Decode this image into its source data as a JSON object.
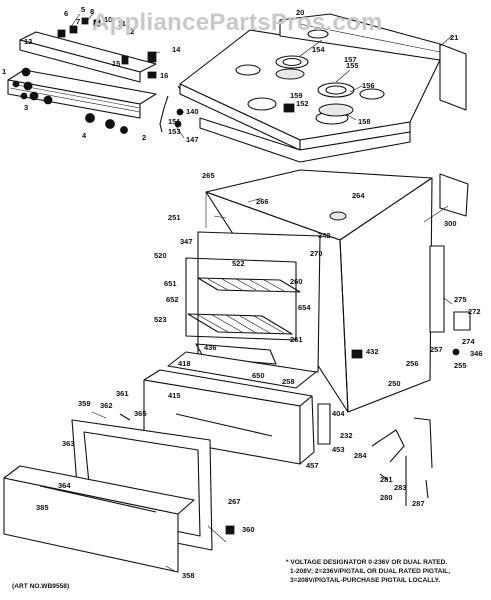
{
  "watermark": "AppliancePartsPros.com",
  "art_number": "(ART NO.WB9558)",
  "notes": [
    "* VOLTAGE DESIGNATOR 0-236V OR DUAL RATED.",
    "1-208V; 2=236V/PIGTAIL OR DUAL RATED PIGTAIL,",
    "3=208V/PIGTAIL-PURCHASE PIGTAIL LOCALLY."
  ],
  "callouts": [
    {
      "id": "c5",
      "text": "5"
    },
    {
      "id": "c6",
      "text": "6"
    },
    {
      "id": "c7",
      "text": "7"
    },
    {
      "id": "c8",
      "text": "8"
    },
    {
      "id": "c10",
      "text": "10"
    },
    {
      "id": "c11",
      "text": "11"
    },
    {
      "id": "c12",
      "text": "12"
    },
    {
      "id": "c13",
      "text": "13"
    },
    {
      "id": "c14",
      "text": "14"
    },
    {
      "id": "c15",
      "text": "15"
    },
    {
      "id": "c16",
      "text": "16"
    },
    {
      "id": "c1",
      "text": "1"
    },
    {
      "id": "c2",
      "text": "2"
    },
    {
      "id": "c3",
      "text": "3"
    },
    {
      "id": "c4",
      "text": "4"
    },
    {
      "id": "c20",
      "text": "20"
    },
    {
      "id": "c21",
      "text": "21"
    },
    {
      "id": "c140",
      "text": "140"
    },
    {
      "id": "c147",
      "text": "147"
    },
    {
      "id": "c151",
      "text": "151"
    },
    {
      "id": "c152",
      "text": "152"
    },
    {
      "id": "c153",
      "text": "153"
    },
    {
      "id": "c154",
      "text": "154"
    },
    {
      "id": "c155",
      "text": "155"
    },
    {
      "id": "c156",
      "text": "156"
    },
    {
      "id": "c157",
      "text": "157"
    },
    {
      "id": "c158",
      "text": "158"
    },
    {
      "id": "c159",
      "text": "159"
    },
    {
      "id": "c264",
      "text": "264"
    },
    {
      "id": "c265",
      "text": "265"
    },
    {
      "id": "c266",
      "text": "266"
    },
    {
      "id": "c251",
      "text": "251"
    },
    {
      "id": "c342",
      "text": "342"
    },
    {
      "id": "c347",
      "text": "347"
    },
    {
      "id": "c300",
      "text": "300"
    },
    {
      "id": "c520",
      "text": "520"
    },
    {
      "id": "c522",
      "text": "522"
    },
    {
      "id": "c651",
      "text": "651"
    },
    {
      "id": "c652",
      "text": "652"
    },
    {
      "id": "c523",
      "text": "523"
    },
    {
      "id": "c270",
      "text": "270"
    },
    {
      "id": "c260",
      "text": "260"
    },
    {
      "id": "c654",
      "text": "654"
    },
    {
      "id": "c275",
      "text": "275"
    },
    {
      "id": "c272",
      "text": "272"
    },
    {
      "id": "c274",
      "text": "274"
    },
    {
      "id": "c346",
      "text": "346"
    },
    {
      "id": "c255",
      "text": "255"
    },
    {
      "id": "c256",
      "text": "256"
    },
    {
      "id": "c257",
      "text": "257"
    },
    {
      "id": "c418",
      "text": "418"
    },
    {
      "id": "c436",
      "text": "436"
    },
    {
      "id": "c650",
      "text": "650"
    },
    {
      "id": "c258",
      "text": "258"
    },
    {
      "id": "c432",
      "text": "432"
    },
    {
      "id": "c261",
      "text": "261"
    },
    {
      "id": "c250",
      "text": "250"
    },
    {
      "id": "c361",
      "text": "361"
    },
    {
      "id": "c362",
      "text": "362"
    },
    {
      "id": "c365",
      "text": "365"
    },
    {
      "id": "c359",
      "text": "359"
    },
    {
      "id": "c415",
      "text": "415"
    },
    {
      "id": "c404",
      "text": "404"
    },
    {
      "id": "c232",
      "text": "232"
    },
    {
      "id": "c453",
      "text": "453"
    },
    {
      "id": "c457",
      "text": "457"
    },
    {
      "id": "c363",
      "text": "363"
    },
    {
      "id": "c364",
      "text": "364"
    },
    {
      "id": "c385",
      "text": "385"
    },
    {
      "id": "c267",
      "text": "267"
    },
    {
      "id": "c360",
      "text": "360"
    },
    {
      "id": "c358",
      "text": "358"
    },
    {
      "id": "c284",
      "text": "284"
    },
    {
      "id": "c283",
      "text": "283"
    },
    {
      "id": "c287",
      "text": "287"
    },
    {
      "id": "c280",
      "text": "280"
    },
    {
      "id": "c281",
      "text": "281"
    }
  ]
}
